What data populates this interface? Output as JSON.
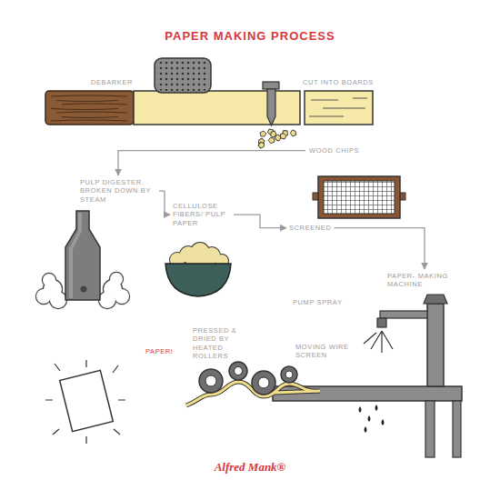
{
  "diagram": {
    "title": "PAPER MAKING PROCESS",
    "nodes": [
      {
        "text": [
          "WOOD CHIPS"
        ]
      },
      {
        "text": [
          "PULP DIGESTER, BROKEN DOWN BY STEAM"
        ]
      },
      {
        "text": [
          "CELLULOSE FIBERS/ PULP PAPER"
        ]
      },
      {
        "text": [
          "SCREENED"
        ]
      },
      {
        "text": [
          "PAPER- MAKING MACHINE"
        ]
      }
    ],
    "edges": [
      {
        "from": 0,
        "to": 1,
        "arrow": "to"
      },
      {
        "from": 1,
        "to": 2,
        "arrow": "to"
      },
      {
        "from": 2,
        "to": 3,
        "arrow": "to"
      },
      {
        "from": 3,
        "to": 4,
        "arrow": "to"
      }
    ],
    "labels": [
      "DEBARKER",
      "CUT INTO BOARDS",
      "PUMP SPRAY",
      "MOVING WIRE SCREEN",
      "PRESSED & DRIED BY HEATED ROLLERS",
      "PAPER!",
      "Alfred Mank®"
    ]
  }
}
